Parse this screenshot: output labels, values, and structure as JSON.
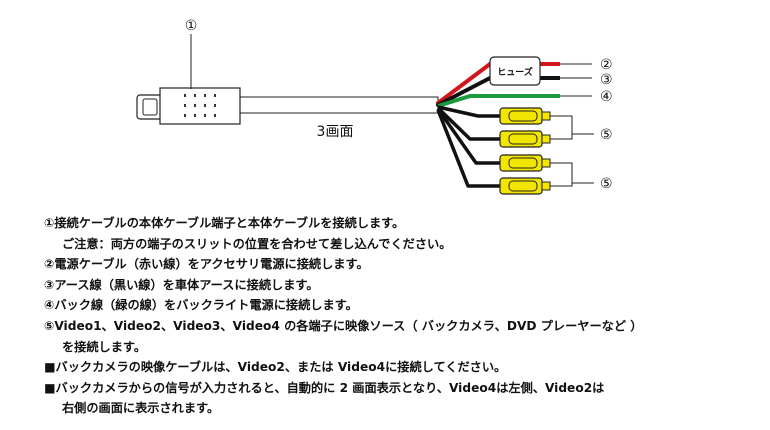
{
  "diagram": {
    "marker_connector": "①",
    "marker_power": "②",
    "marker_ground": "③",
    "marker_back": "④",
    "marker_video_upper": "⑤",
    "marker_video_lower": "⑤",
    "fuse_label": "ヒューズ",
    "cable_label": "3画面",
    "colors": {
      "power_wire": "#d4141c",
      "ground_wire": "#111111",
      "back_wire": "#1a9a3c",
      "video_wire": "#111111",
      "rca_plug": "#f2e600",
      "cable": "#ffffff",
      "connector": "#ffffff"
    }
  },
  "instructions": {
    "line1": "①接続ケーブルの本体ケーブル端子と本体ケーブルを接続します。",
    "line2": "ご注意：両方の端子のスリットの位置を合わせて差し込んでください。",
    "line3": "②電源ケーブル（赤い線）をアクセサリ電源に接続します。",
    "line4": "③アース線（黒い線）を車体アースに接続します。",
    "line5": "④バック線（緑の線）をバックライト電源に接続します。",
    "line6": "⑤Video1、Video2、Video3、Video4 の各端子に映像ソース（ バックカメラ、DVD プレーヤーなど ）",
    "line7": "を接続します。",
    "line8": "■バックカメラの映像ケーブルは、Video2、または Video4に接続してください。",
    "line9": "■バックカメラからの信号が入力されると、自動的に 2 画面表示となり、Video4は左側、Video2は",
    "line10": "右側の画面に表示されます。"
  }
}
